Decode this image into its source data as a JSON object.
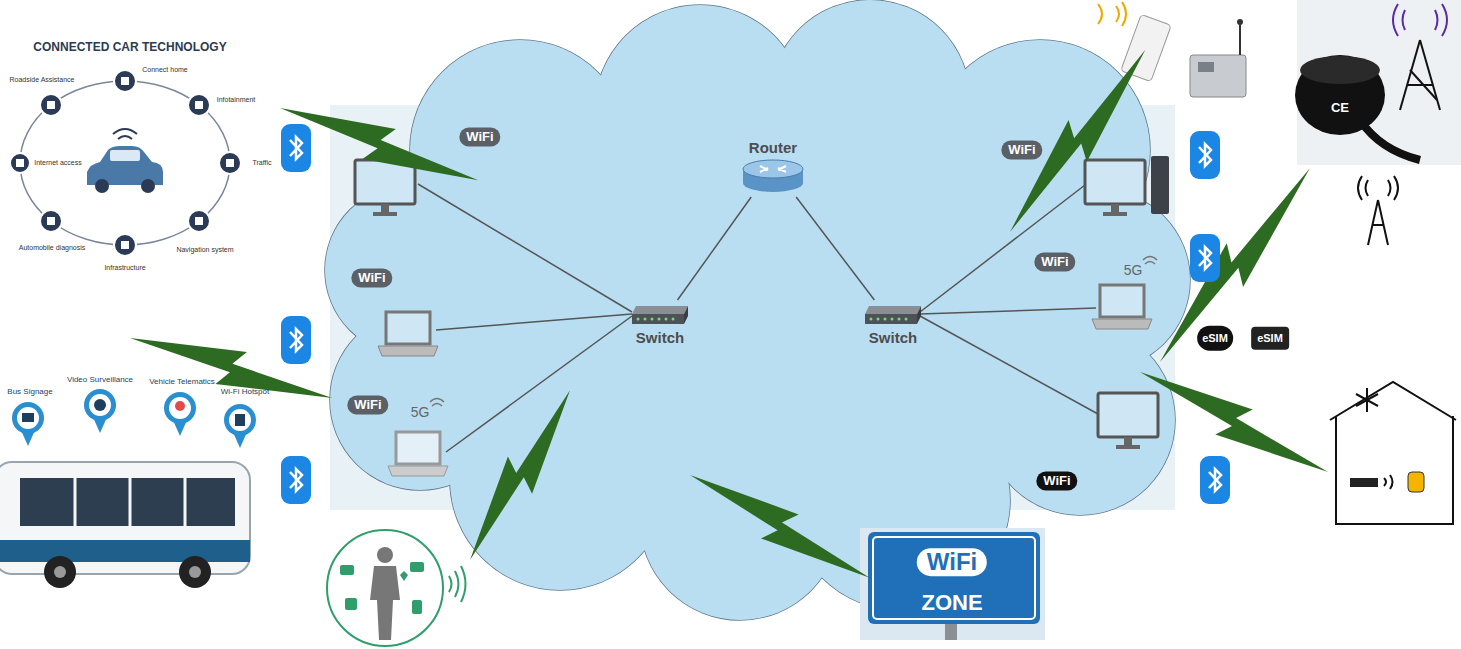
{
  "diagram": {
    "nodes": [
      {
        "text": [
          "Router"
        ]
      },
      {
        "text": [
          "Switch"
        ]
      },
      {
        "text": [
          "Switch"
        ]
      }
    ],
    "edges": [
      {
        "from": 0,
        "to": 1,
        "arrow": "none"
      },
      {
        "from": 0,
        "to": 2,
        "arrow": "none"
      }
    ],
    "labels": [
      "CONNECTED CAR TECHNOLOGY",
      "Connect home",
      "Infotainment",
      "Traffic",
      "Navigation system",
      "Infrastructure",
      "Automobile diagnosis",
      "Internet access",
      "Roadside Assistance",
      "Bus Signage",
      "Video Surveillance",
      "Vehicle Telematics",
      "Wi-Fi Hotspot",
      "WiFi",
      "WiFi",
      "WiFi",
      "5G",
      "WiFi",
      "WiFi",
      "5G",
      "WiFi",
      "WiFi",
      "ZONE",
      "eSIM",
      "eSIM",
      "CE"
    ]
  }
}
